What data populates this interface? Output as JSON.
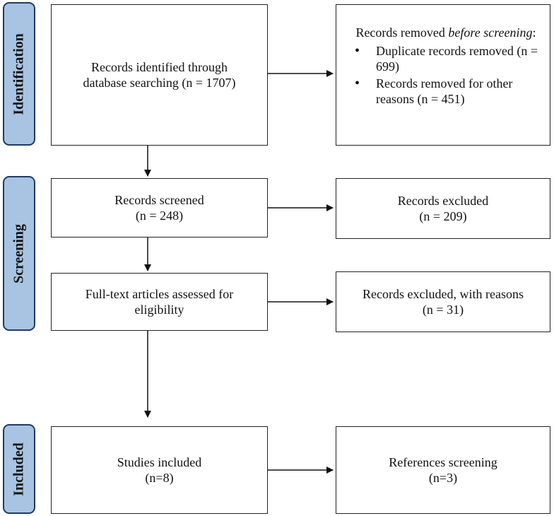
{
  "phases": {
    "identification": "Identification",
    "screening": "Screening",
    "included": "Included"
  },
  "boxes": {
    "identified": {
      "line1": "Records identified through",
      "line2": "database searching (n = 1707)"
    },
    "removed_before": {
      "heading_prefix": "Records removed ",
      "heading_italic": "before screening",
      "heading_suffix": ":",
      "items": [
        {
          "text": "Duplicate records removed (n = 699)"
        },
        {
          "text": "Records removed for other reasons (n = 451)"
        }
      ]
    },
    "screened": {
      "line1": "Records screened",
      "line2": "(n = 248)"
    },
    "excluded": {
      "line1": "Records excluded",
      "line2": "(n = 209)"
    },
    "fulltext": {
      "line1": "Full-text articles assessed for",
      "line2": "eligibility"
    },
    "excluded_reasons": {
      "line1": "Records excluded, with reasons",
      "line2": "(n = 31)"
    },
    "included": {
      "line1": "Studies included",
      "line2": "(n=8)"
    },
    "references": {
      "line1": "References screening",
      "line2": "(n=3)"
    }
  }
}
